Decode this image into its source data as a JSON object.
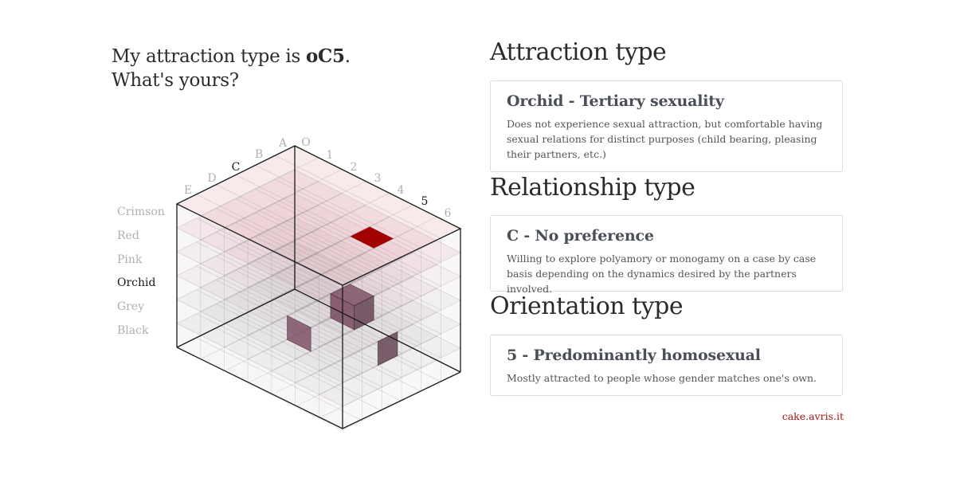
{
  "headline": {
    "prefix": "My attraction type is ",
    "code": "oC5",
    "suffix": ".",
    "line2": "What's yours?"
  },
  "attraction_levels": [
    "Crimson",
    "Red",
    "Pink",
    "Orchid",
    "Grey",
    "Black"
  ],
  "selected_attraction": "Orchid",
  "relationship_axis": [
    "A",
    "B",
    "C",
    "D",
    "E"
  ],
  "relationship_extra": "O",
  "selected_relationship": "C",
  "orientation_axis": [
    "1",
    "2",
    "3",
    "4",
    "5",
    "6"
  ],
  "selected_orientation": "5",
  "colors": {
    "accent": "#a30000",
    "selected_block": "#7a4a62",
    "credit": "#a31515"
  },
  "sections": [
    {
      "title": "Attraction type",
      "card_title": "Orchid - Tertiary sexuality",
      "card_text": "Does not experience sexual attraction, but comfortable having sexual relations for distinct purposes (child bearing, pleasing their partners, etc.)"
    },
    {
      "title": "Relationship type",
      "card_title": "C - No preference",
      "card_text": "Willing to explore polyamory or monogamy on a case by case basis depending on the dynamics desired by the partners involved."
    },
    {
      "title": "Orientation type",
      "card_title": "5 - Predominantly homosexual",
      "card_text": "Mostly attracted to people whose gender matches one's own."
    }
  ],
  "credit": "cake.avris.it"
}
